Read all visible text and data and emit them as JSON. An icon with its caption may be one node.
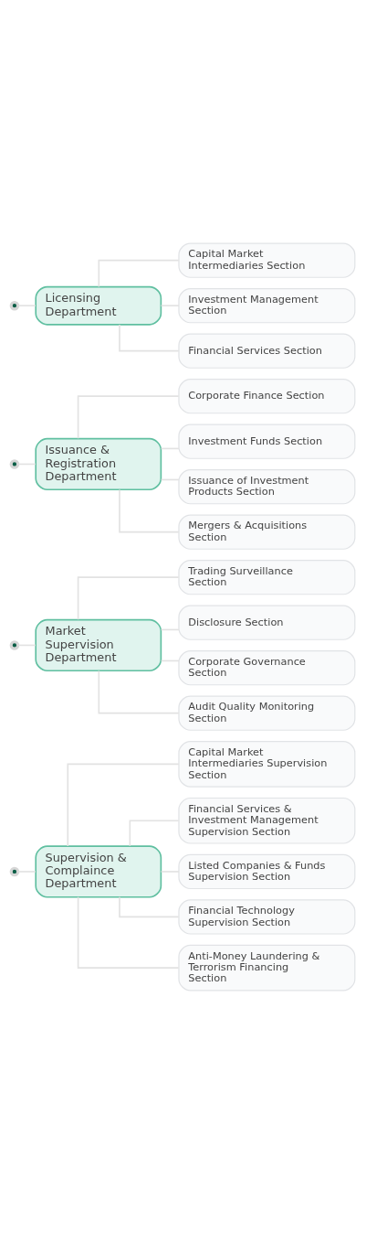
{
  "diagram": {
    "nodes": [
      {
        "text": [
          "Licensing Department"
        ]
      },
      {
        "text": [
          "Capital Market Intermediaries Section"
        ]
      },
      {
        "text": [
          "Investment Management Section"
        ]
      },
      {
        "text": [
          "Financial Services Section"
        ]
      },
      {
        "text": [
          "Issuance & Registration Department"
        ]
      },
      {
        "text": [
          "Corporate Finance Section"
        ]
      },
      {
        "text": [
          "Investment Funds Section"
        ]
      },
      {
        "text": [
          "Issuance of Investment Products Section"
        ]
      },
      {
        "text": [
          "Mergers & Acquisitions Section"
        ]
      },
      {
        "text": [
          "Market Supervision Department"
        ]
      },
      {
        "text": [
          "Trading Surveillance Section"
        ]
      },
      {
        "text": [
          "Disclosure Section"
        ]
      },
      {
        "text": [
          "Corporate Governance Section"
        ]
      },
      {
        "text": [
          "Audit Quality Monitoring Section"
        ]
      },
      {
        "text": [
          "Supervision & Complaince Department"
        ]
      },
      {
        "text": [
          "Capital Market Intermediaries Supervision Section"
        ]
      },
      {
        "text": [
          "Financial Services & Investment Management Supervision Section"
        ]
      },
      {
        "text": [
          "Listed Companies & Funds Supervision Section"
        ]
      },
      {
        "text": [
          "Financial Technology Supervision Section"
        ]
      },
      {
        "text": [
          "Anti-Money Laundering & Terrorism Financing Section"
        ]
      }
    ],
    "edges": [
      {
        "from": null,
        "to": 0,
        "arrow": "none"
      },
      {
        "from": 0,
        "to": 1,
        "arrow": "none"
      },
      {
        "from": 0,
        "to": 2,
        "arrow": "none"
      },
      {
        "from": 0,
        "to": 3,
        "arrow": "none"
      },
      {
        "from": null,
        "to": 4,
        "arrow": "none"
      },
      {
        "from": 4,
        "to": 5,
        "arrow": "none"
      },
      {
        "from": 4,
        "to": 6,
        "arrow": "none"
      },
      {
        "from": 4,
        "to": 7,
        "arrow": "none"
      },
      {
        "from": 4,
        "to": 8,
        "arrow": "none"
      },
      {
        "from": null,
        "to": 9,
        "arrow": "none"
      },
      {
        "from": 9,
        "to": 10,
        "arrow": "none"
      },
      {
        "from": 9,
        "to": 11,
        "arrow": "none"
      },
      {
        "from": 9,
        "to": 12,
        "arrow": "none"
      },
      {
        "from": 9,
        "to": 13,
        "arrow": "none"
      },
      {
        "from": null,
        "to": 14,
        "arrow": "none"
      },
      {
        "from": 14,
        "to": 15,
        "arrow": "none"
      },
      {
        "from": 14,
        "to": 16,
        "arrow": "none"
      },
      {
        "from": 14,
        "to": 17,
        "arrow": "none"
      },
      {
        "from": 14,
        "to": 18,
        "arrow": "none"
      },
      {
        "from": 14,
        "to": 19,
        "arrow": "none"
      }
    ]
  }
}
